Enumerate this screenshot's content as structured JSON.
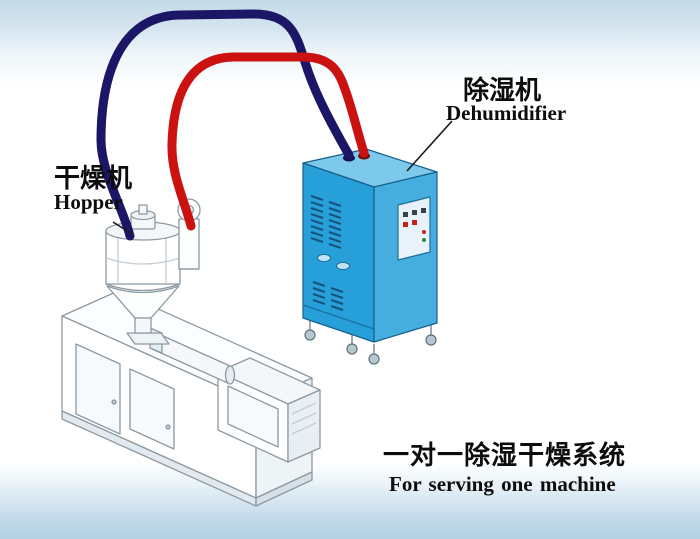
{
  "diagram": {
    "hopper_label": {
      "cn": "干燥机",
      "en": "Hopper"
    },
    "dehumidifier_label": {
      "cn": "除湿机",
      "en": "Dehumidifier"
    },
    "caption": {
      "cn": "一对一除湿干燥系统",
      "en": "For serving one machine"
    }
  },
  "colors": {
    "pipe_return": "#1c1666",
    "pipe_supply": "#cc1111",
    "dehumidifier_front": "#279fd8",
    "dehumidifier_side": "#45aede",
    "dehumidifier_top": "#7cc9ec",
    "dehumidifier_outline": "#15608d",
    "machine_line": "#8b99a3",
    "background_band": "#c3d9e8"
  }
}
